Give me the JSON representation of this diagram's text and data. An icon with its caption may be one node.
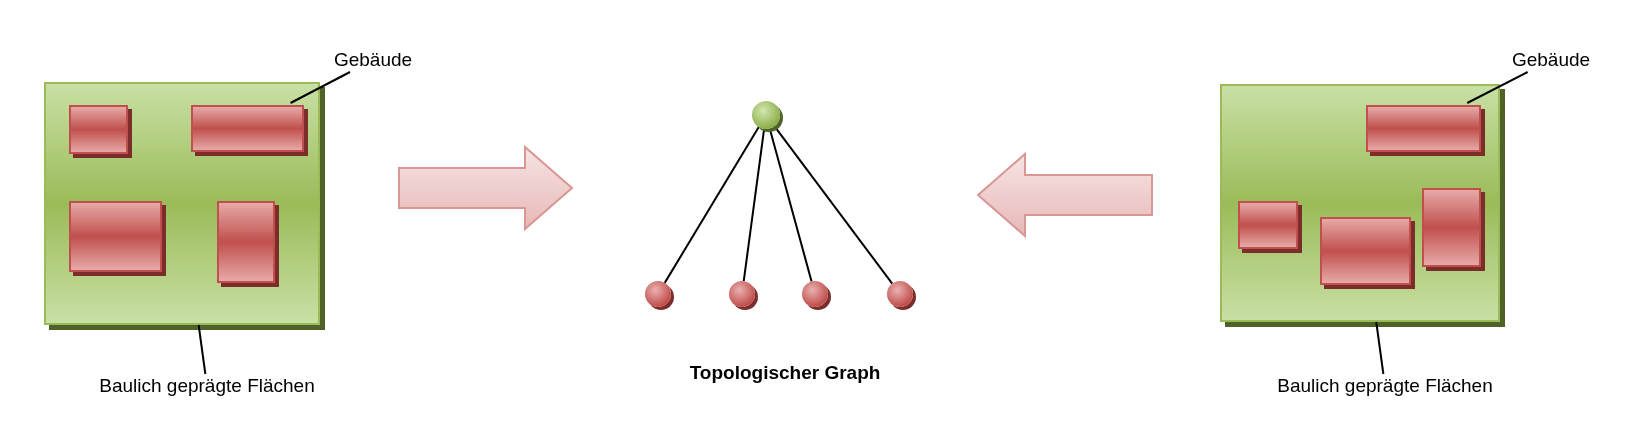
{
  "diagram": {
    "nodes": [
      {
        "text": [],
        "shape": "box"
      },
      {
        "text": [],
        "shape": "box",
        "in": 0
      },
      {
        "text": [],
        "shape": "box",
        "in": 0
      },
      {
        "text": [],
        "shape": "box",
        "in": 0
      },
      {
        "text": [],
        "shape": "box",
        "in": 0
      },
      {
        "text": [
          "Gebäude"
        ]
      },
      {
        "text": [
          "Baulich geprägte Flächen"
        ]
      },
      {
        "text": [],
        "shape": "circle"
      },
      {
        "text": [],
        "shape": "circle"
      },
      {
        "text": [],
        "shape": "circle"
      },
      {
        "text": [],
        "shape": "circle"
      },
      {
        "text": [],
        "shape": "circle"
      },
      {
        "text": [],
        "shape": "box"
      },
      {
        "text": [],
        "shape": "box",
        "in": 12
      },
      {
        "text": [],
        "shape": "box",
        "in": 12
      },
      {
        "text": [],
        "shape": "box",
        "in": 12
      },
      {
        "text": [],
        "shape": "box",
        "in": 12
      },
      {
        "text": [
          "Gebäude"
        ]
      },
      {
        "text": [
          "Baulich geprägte Flächen"
        ]
      }
    ],
    "edges": [
      {
        "from": 5,
        "to": 2,
        "arrow": "none"
      },
      {
        "from": 6,
        "to": 0,
        "arrow": "none"
      },
      {
        "from": 7,
        "to": 8,
        "arrow": "none"
      },
      {
        "from": 7,
        "to": 9,
        "arrow": "none"
      },
      {
        "from": 7,
        "to": 10,
        "arrow": "none"
      },
      {
        "from": 7,
        "to": 11,
        "arrow": "none"
      },
      {
        "from": 17,
        "to": 13,
        "arrow": "none"
      },
      {
        "from": 18,
        "to": 12,
        "arrow": "none"
      }
    ],
    "labels": [
      "Topologischer Graph"
    ]
  }
}
